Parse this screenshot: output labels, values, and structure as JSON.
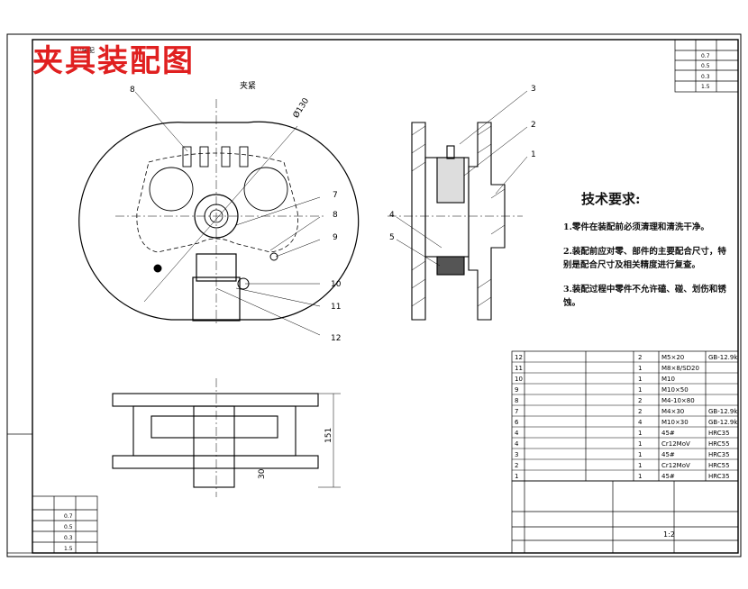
{
  "drawing": {
    "title": "夹具装配图",
    "corner_label": "1:装配",
    "view_labels": {
      "clamp_label": "夹紧",
      "dia_label": "Ø130"
    },
    "dimensions": {
      "height": "151",
      "base": "30"
    },
    "callouts_front": [
      "8",
      "7",
      "8",
      "9",
      "10",
      "11",
      "12"
    ],
    "callouts_section": [
      "3",
      "2",
      "1",
      "4",
      "5"
    ]
  },
  "tech_requirements": {
    "heading": "技术要求:",
    "items": [
      "1.零件在装配前必须清理和清洗干净。",
      "2.装配前应对零、部件的主要配合尺寸，特别是配合尺寸及相关精度进行复查。",
      "3.装配过程中零件不允许磕、碰、划伤和锈蚀。"
    ]
  },
  "parts_list": [
    {
      "no": "12",
      "qty": "2",
      "spec": "M5×20",
      "std": "GB-12.9k"
    },
    {
      "no": "11",
      "qty": "1",
      "spec": "M8×8/SD20",
      "std": ""
    },
    {
      "no": "10",
      "qty": "1",
      "spec": "M10",
      "std": ""
    },
    {
      "no": "9",
      "qty": "1",
      "spec": "M10×50",
      "std": ""
    },
    {
      "no": "8",
      "qty": "2",
      "spec": "M4-10×80",
      "std": ""
    },
    {
      "no": "7",
      "qty": "2",
      "spec": "M4×30",
      "std": "GB-12.9k"
    },
    {
      "no": "6",
      "qty": "4",
      "spec": "M10×30",
      "std": "GB-12.9k"
    },
    {
      "no": "4",
      "qty": "1",
      "spec": "45#",
      "std": "HRC35"
    },
    {
      "no": "4",
      "qty": "1",
      "spec": "Cr12MoV",
      "std": "HRC55"
    },
    {
      "no": "3",
      "qty": "1",
      "spec": "45#",
      "std": "HRC35"
    },
    {
      "no": "2",
      "qty": "1",
      "spec": "Cr12MoV",
      "std": "HRC55"
    },
    {
      "no": "1",
      "qty": "1",
      "spec": "45#",
      "std": "HRC35"
    }
  ],
  "top_right_table": [
    {
      "k": "",
      "v": "0.7"
    },
    {
      "k": "",
      "v": "0.5"
    },
    {
      "k": "",
      "v": "0.3"
    },
    {
      "k": "",
      "v": "1.5"
    }
  ],
  "left_table": [
    {
      "v": "0.7"
    },
    {
      "v": "0.5"
    },
    {
      "v": "0.3"
    },
    {
      "v": "1.5"
    }
  ],
  "title_block": {
    "scale": "1:2"
  }
}
